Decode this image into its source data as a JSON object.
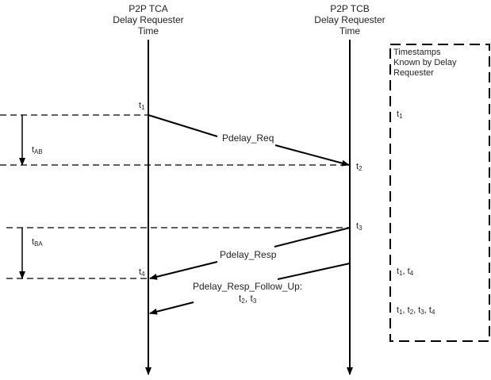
{
  "diagram": {
    "type": "sequence-timing",
    "lanes": [
      {
        "id": "tca",
        "line1": "P2P  TCA",
        "line2": "Delay Requester",
        "line3": "Time"
      },
      {
        "id": "tcb",
        "line1": "P2P  TCB",
        "line2": "Delay Requester",
        "line3": "Time"
      }
    ],
    "messages": [
      {
        "label": "Pdelay_Req",
        "from": "tca",
        "to": "tcb"
      },
      {
        "label": "Pdelay_Resp",
        "from": "tcb",
        "to": "tca"
      },
      {
        "label_line1": "Pdelay_Resp_Follow_Up:",
        "label_line2_parts": [
          "t",
          "2",
          ", t",
          "3"
        ],
        "from": "tcb",
        "to": "tca"
      }
    ],
    "timestamps": {
      "t1": {
        "base": "t",
        "sub": "1"
      },
      "t2": {
        "base": "t",
        "sub": "2"
      },
      "t3": {
        "base": "t",
        "sub": "3"
      },
      "t4": {
        "base": "t",
        "sub": "4"
      }
    },
    "intervals": [
      {
        "base": "t",
        "sub": "AB"
      },
      {
        "base": "t",
        "sub": "BA"
      }
    ],
    "known_box": {
      "title_line1": "Timestamps",
      "title_line2": "Known by Delay",
      "title_line3": "Requester",
      "rows": [
        [
          {
            "b": "t",
            "s": "1"
          }
        ],
        [
          {
            "b": "t",
            "s": "1"
          },
          {
            "b": ", t",
            "s": "4"
          }
        ],
        [
          {
            "b": "t",
            "s": "1"
          },
          {
            "b": ", t",
            "s": "2"
          },
          {
            "b": ", t",
            "s": "3"
          },
          {
            "b": ", t",
            "s": "4"
          }
        ]
      ]
    },
    "colors": {
      "line": "#000000",
      "text": "#222222",
      "background": "#ffffff"
    }
  }
}
